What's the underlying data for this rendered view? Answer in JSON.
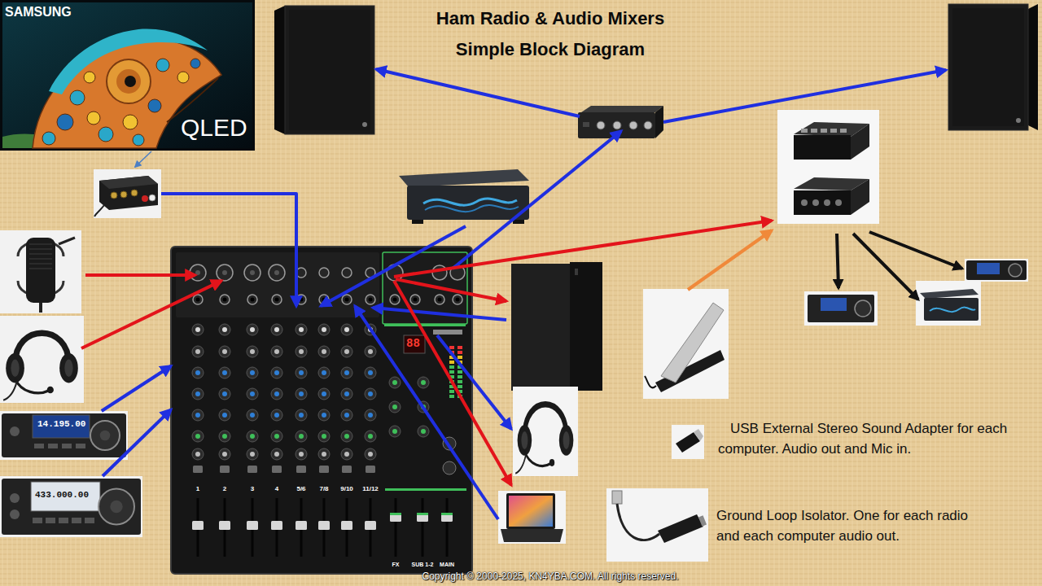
{
  "diagram": {
    "title": "Ham Radio & Audio Mixers Simple Block Diagram",
    "nodes": [
      {
        "text": [
          "SAMSUNG",
          "QLED"
        ]
      },
      {
        "text": [
          "1",
          "2",
          "3",
          "4",
          "5/6",
          "7/8",
          "9/10",
          "11/12",
          "88",
          "FX",
          "SUB 1-2",
          "MAIN"
        ]
      },
      {
        "text": [
          "14.195.00"
        ]
      },
      {
        "text": [
          "433.000.00"
        ]
      }
    ],
    "edges": [
      {
        "from": 2,
        "to": 1,
        "arrow": "to"
      },
      {
        "from": 3,
        "to": 1,
        "arrow": "to"
      }
    ],
    "labels": [
      "USB External Stereo Sound Adapter for each computer. Audio out and Mic in.",
      "Ground Loop Isolator. One for each radio and each computer audio out.",
      "Copyright © 2000-2025, KN4YBA.COM. All rights reserved."
    ]
  }
}
